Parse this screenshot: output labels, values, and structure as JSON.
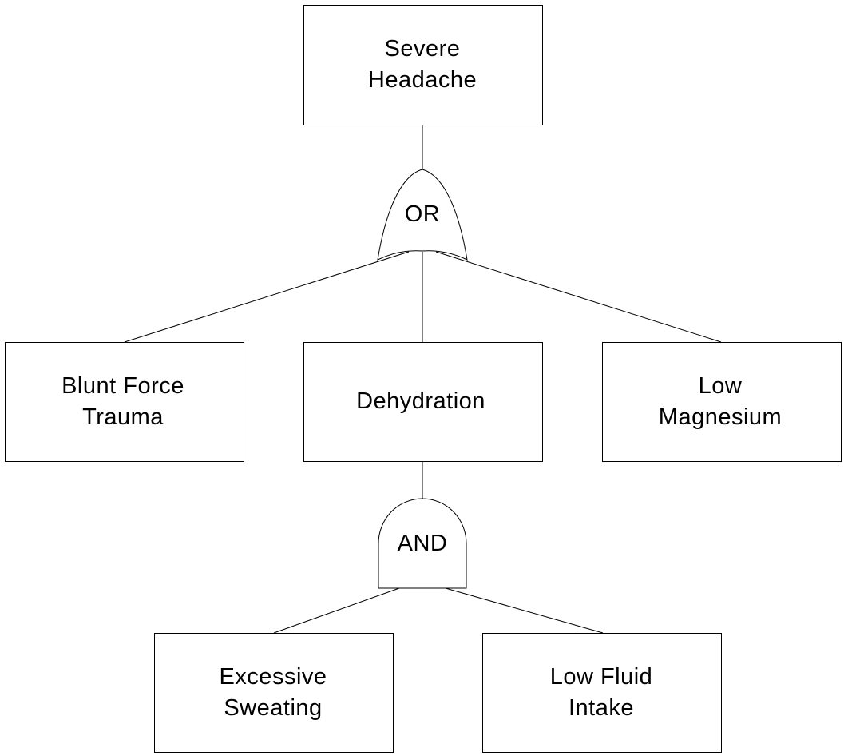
{
  "events": {
    "top": {
      "line1": "Severe",
      "line2": "Headache"
    },
    "blunt_force_trauma": {
      "line1": "Blunt Force",
      "line2": "Trauma"
    },
    "dehydration": {
      "line1": "Dehydration"
    },
    "low_magnesium": {
      "line1": "Low",
      "line2": "Magnesium"
    },
    "excessive_sweating": {
      "line1": "Excessive",
      "line2": "Sweating"
    },
    "low_fluid_intake": {
      "line1": "Low Fluid",
      "line2": "Intake"
    }
  },
  "gates": {
    "or_gate": {
      "label": "OR"
    },
    "and_gate": {
      "label": "AND"
    }
  }
}
